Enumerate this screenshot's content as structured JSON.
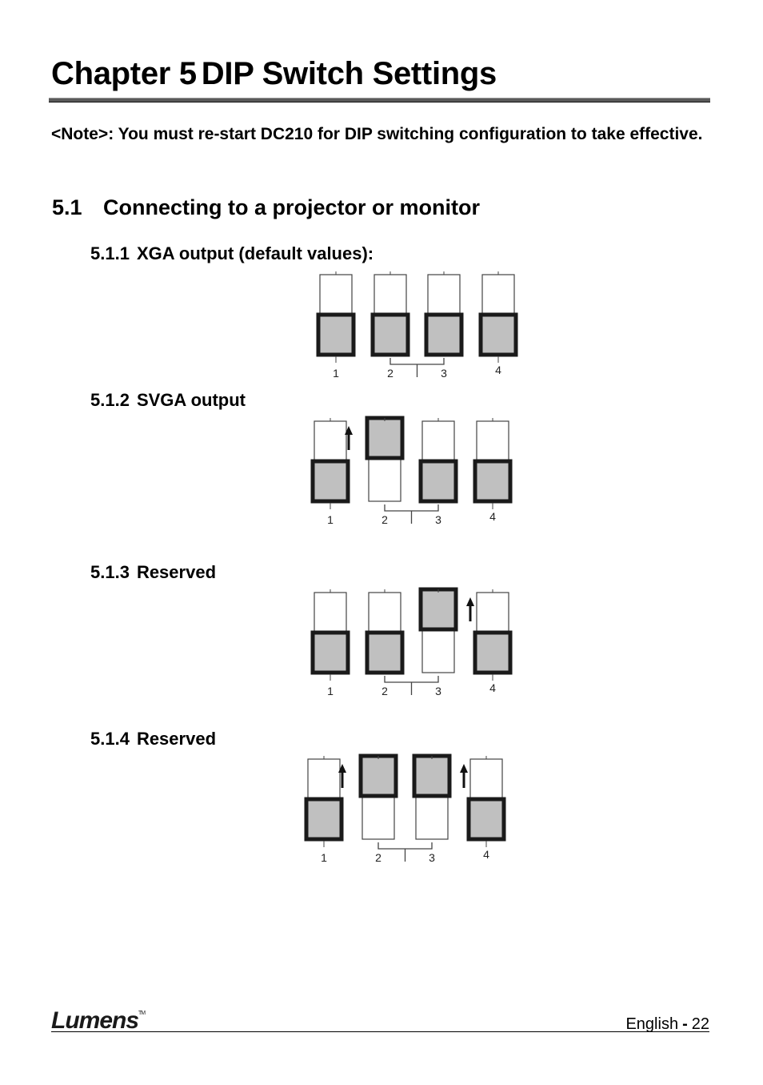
{
  "chapter": {
    "number": "Chapter 5",
    "title": "DIP Switch Settings"
  },
  "note": "<Note>: You must re-start DC210 for DIP switching configuration to take effective.",
  "section": {
    "number": "5.1",
    "title": "Connecting to a projector or monitor"
  },
  "subsections": [
    {
      "number": "5.1.1",
      "title": "XGA output (default values):",
      "switches": [
        "down",
        "down",
        "down",
        "down"
      ],
      "labels": [
        "1",
        "2",
        "3",
        "4"
      ]
    },
    {
      "number": "5.1.2",
      "title": "SVGA output",
      "switches": [
        "down",
        "up",
        "down",
        "down"
      ],
      "labels": [
        "1",
        "2",
        "3",
        "4"
      ]
    },
    {
      "number": "5.1.3",
      "title": "Reserved",
      "switches": [
        "down",
        "down",
        "up",
        "down"
      ],
      "labels": [
        "1",
        "2",
        "3",
        "4"
      ]
    },
    {
      "number": "5.1.4",
      "title": "Reserved",
      "switches": [
        "down",
        "up",
        "up",
        "down"
      ],
      "labels": [
        "1",
        "2",
        "3",
        "4"
      ]
    }
  ],
  "footer": {
    "logo": "Lumens",
    "trademark": "TM",
    "language": "English",
    "separator": "-",
    "page": "22"
  },
  "colors": {
    "switch_fill": "#c0c0c0",
    "switch_border": "#1a1a1a",
    "rule": "#5a5a5a"
  }
}
